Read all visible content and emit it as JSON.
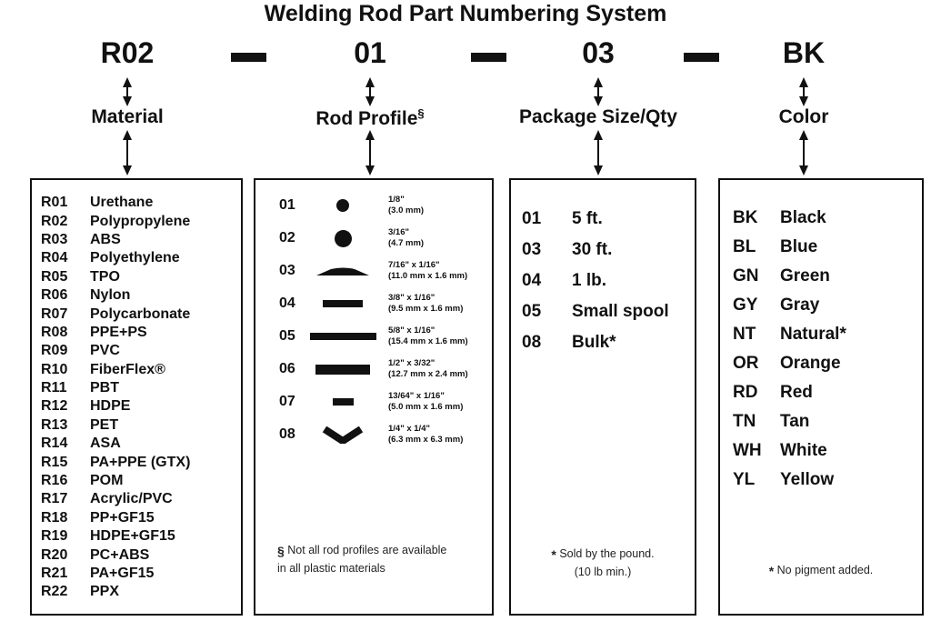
{
  "title": "Welding Rod Part Numbering System",
  "part_number": {
    "material": "R02",
    "profile": "01",
    "package": "03",
    "color": "BK",
    "separator": "-"
  },
  "columns": [
    {
      "label": "Material",
      "items": [
        {
          "code": "R01",
          "value": "Urethane"
        },
        {
          "code": "R02",
          "value": "Polypropylene"
        },
        {
          "code": "R03",
          "value": "ABS"
        },
        {
          "code": "R04",
          "value": "Polyethylene"
        },
        {
          "code": "R05",
          "value": "TPO"
        },
        {
          "code": "R06",
          "value": "Nylon"
        },
        {
          "code": "R07",
          "value": "Polycarbonate"
        },
        {
          "code": "R08",
          "value": "PPE+PS"
        },
        {
          "code": "R09",
          "value": "PVC"
        },
        {
          "code": "R10",
          "value": "FiberFlex®"
        },
        {
          "code": "R11",
          "value": "PBT"
        },
        {
          "code": "R12",
          "value": "HDPE"
        },
        {
          "code": "R13",
          "value": "PET"
        },
        {
          "code": "R14",
          "value": "ASA"
        },
        {
          "code": "R15",
          "value": "PA+PPE (GTX)"
        },
        {
          "code": "R16",
          "value": "POM"
        },
        {
          "code": "R17",
          "value": "Acrylic/PVC"
        },
        {
          "code": "R18",
          "value": "PP+GF15"
        },
        {
          "code": "R19",
          "value": "HDPE+GF15"
        },
        {
          "code": "R20",
          "value": "PC+ABS"
        },
        {
          "code": "R21",
          "value": "PA+GF15"
        },
        {
          "code": "R22",
          "value": "PPX"
        }
      ]
    },
    {
      "label": "Rod Profile",
      "label_marker": "§",
      "items": [
        {
          "code": "01",
          "shape": "circle-small",
          "size_in": "1/8\"",
          "size_mm": "(3.0 mm)"
        },
        {
          "code": "02",
          "shape": "circle-large",
          "size_in": "3/16\"",
          "size_mm": "(4.7 mm)"
        },
        {
          "code": "03",
          "shape": "lens",
          "size_in": "7/16\" x 1/16\"",
          "size_mm": "(11.0 mm x 1.6 mm)"
        },
        {
          "code": "04",
          "shape": "bar-medium",
          "size_in": "3/8\" x 1/16\"",
          "size_mm": "(9.5 mm x 1.6 mm)"
        },
        {
          "code": "05",
          "shape": "bar-wide",
          "size_in": "5/8\" x 1/16\"",
          "size_mm": "(15.4 mm x 1.6 mm)"
        },
        {
          "code": "06",
          "shape": "bar-thick",
          "size_in": "1/2\" x 3/32\"",
          "size_mm": "(12.7 mm x 2.4 mm)"
        },
        {
          "code": "07",
          "shape": "bar-small",
          "size_in": "13/64\" x 1/16\"",
          "size_mm": "(5.0 mm x 1.6 mm)"
        },
        {
          "code": "08",
          "shape": "chevron-down",
          "size_in": "1/4\" x 1/4\"",
          "size_mm": "(6.3 mm x 6.3 mm)"
        }
      ],
      "footnote": {
        "marker": "§",
        "lines": [
          "Not all rod profiles are available",
          "in all plastic materials"
        ]
      }
    },
    {
      "label": "Package Size/Qty",
      "items": [
        {
          "code": "01",
          "value": "5 ft."
        },
        {
          "code": "03",
          "value": "30 ft."
        },
        {
          "code": "04",
          "value": "1 lb."
        },
        {
          "code": "05",
          "value": "Small spool"
        },
        {
          "code": "08",
          "value": "Bulk*"
        }
      ],
      "footnote": {
        "marker": "*",
        "lines": [
          "Sold by the pound.",
          "(10 lb min.)"
        ]
      }
    },
    {
      "label": "Color",
      "items": [
        {
          "code": "BK",
          "value": "Black"
        },
        {
          "code": "BL",
          "value": "Blue"
        },
        {
          "code": "GN",
          "value": "Green"
        },
        {
          "code": "GY",
          "value": "Gray"
        },
        {
          "code": "NT",
          "value": "Natural*"
        },
        {
          "code": "OR",
          "value": "Orange"
        },
        {
          "code": "RD",
          "value": "Red"
        },
        {
          "code": "TN",
          "value": "Tan"
        },
        {
          "code": "WH",
          "value": "White"
        },
        {
          "code": "YL",
          "value": "Yellow"
        }
      ],
      "footnote": {
        "marker": "*",
        "lines": [
          "No pigment added."
        ]
      }
    }
  ],
  "colors": {
    "ink": "#111111",
    "background": "#ffffff"
  }
}
